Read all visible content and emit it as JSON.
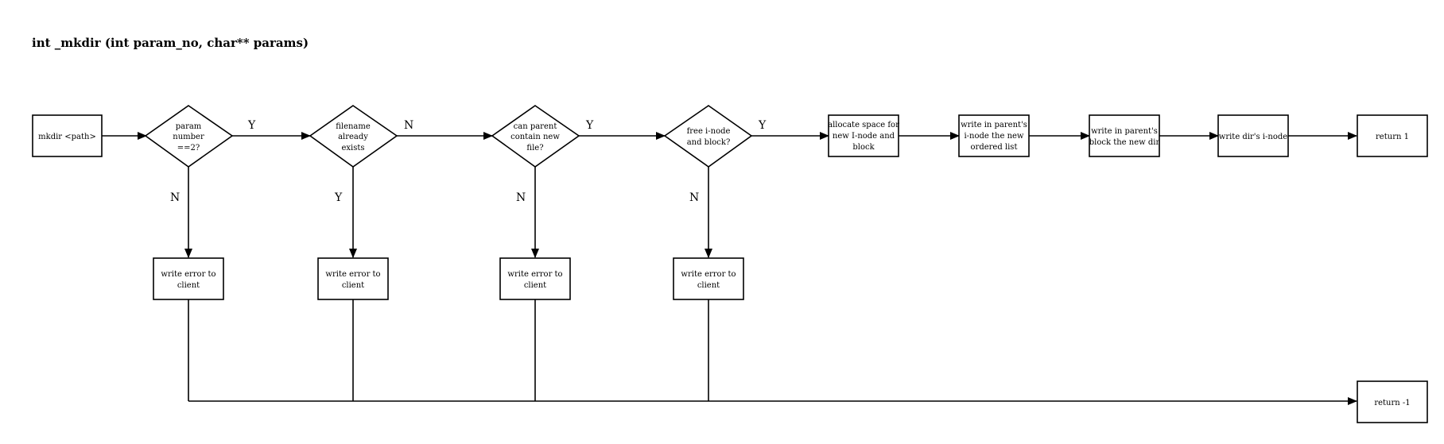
{
  "title": "int _mkdir (int param_no, char** params)",
  "nodes": {
    "start": {
      "lines": [
        "mkdir <path>"
      ]
    },
    "d_param": {
      "lines": [
        "param",
        "number",
        "==2?"
      ]
    },
    "d_exists": {
      "lines": [
        "filename",
        "already",
        "exists"
      ]
    },
    "d_contain": {
      "lines": [
        "can parent",
        "contain new",
        "file?"
      ]
    },
    "d_inode": {
      "lines": [
        "free i-node",
        "and block?"
      ]
    },
    "alloc": {
      "lines": [
        "allocate space for",
        "new I-node and",
        "block"
      ]
    },
    "write_parent_inode": {
      "lines": [
        "write in parent's",
        "i-node the new",
        "ordered list"
      ]
    },
    "write_parent_block": {
      "lines": [
        "write in parent's",
        "block the new dir"
      ]
    },
    "write_dir_inode": {
      "lines": [
        "write dir's i-node"
      ]
    },
    "return_ok": {
      "lines": [
        "return 1"
      ]
    },
    "err1": {
      "lines": [
        "write error to",
        "client"
      ]
    },
    "err2": {
      "lines": [
        "write error to",
        "client"
      ]
    },
    "err3": {
      "lines": [
        "write error to",
        "client"
      ]
    },
    "err4": {
      "lines": [
        "write error to",
        "client"
      ]
    },
    "return_err": {
      "lines": [
        "return -1"
      ]
    }
  },
  "edge_labels": {
    "param_yes": "Y",
    "param_no": "N",
    "exists_no": "N",
    "exists_yes": "Y",
    "contain_yes": "Y",
    "contain_no": "N",
    "inode_yes": "Y",
    "inode_no": "N"
  }
}
